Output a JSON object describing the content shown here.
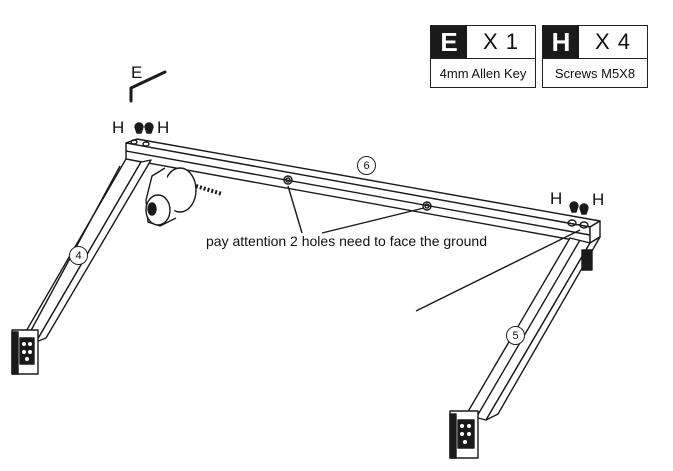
{
  "parts": [
    {
      "letter": "E",
      "qty": "X 1",
      "name": "4mm Allen Key"
    },
    {
      "letter": "H",
      "qty": "X 4",
      "name": "Screws M5X8"
    }
  ],
  "labels": {
    "allen_key": "E",
    "screw_left_a": "H",
    "screw_left_b": "H",
    "screw_right_a": "H",
    "screw_right_b": "H",
    "note": "pay attention 2 holes need to face the ground"
  },
  "callouts": {
    "crossbeam": "6",
    "left_leg": "4",
    "right_leg": "5"
  }
}
